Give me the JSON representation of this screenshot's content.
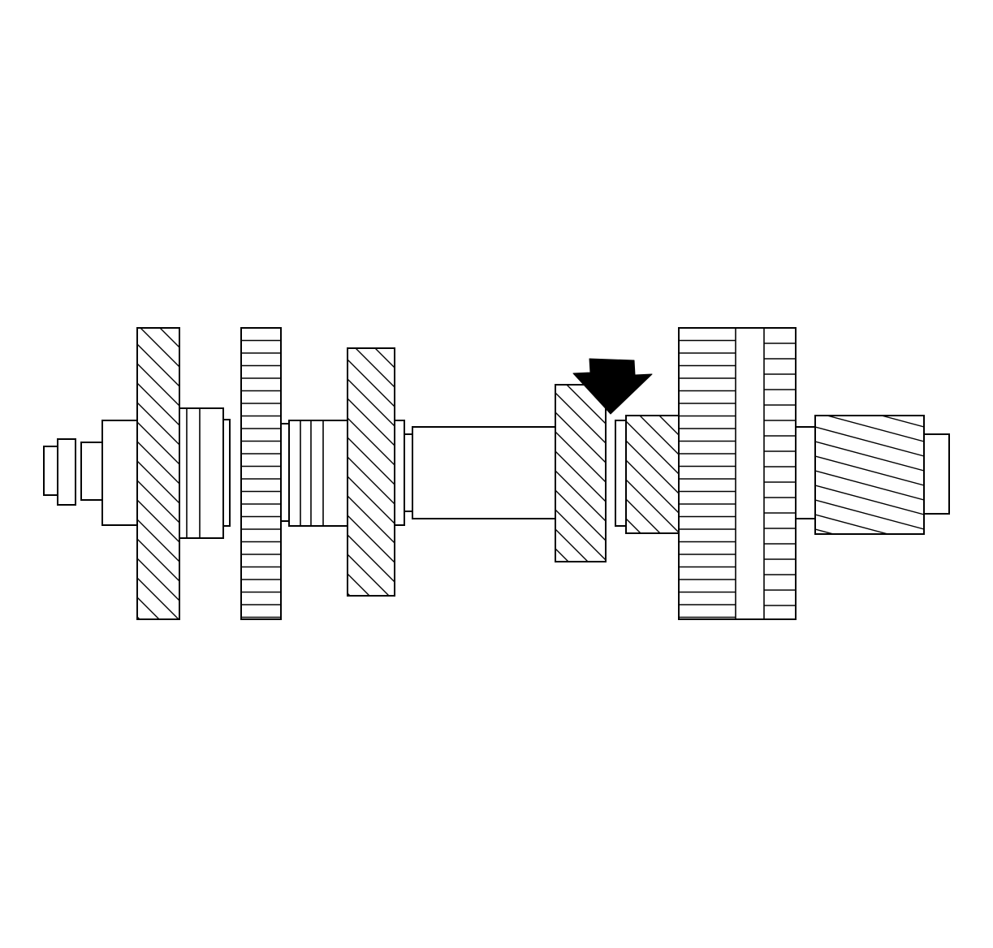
{
  "diagram": {
    "kind": "exploded-shaft-assembly",
    "colors": {
      "line": "#000000",
      "background": "#ffffff",
      "arrow_fill": "#000000"
    },
    "parts": [
      {
        "id": "end-nut",
        "hatch": "none"
      },
      {
        "id": "end-washer",
        "hatch": "none"
      },
      {
        "id": "end-collar",
        "hatch": "none"
      },
      {
        "id": "gear-1",
        "hatch": "diagonal"
      },
      {
        "id": "bearing-1",
        "hatch": "none"
      },
      {
        "id": "gear-2",
        "hatch": "horizontal-teeth"
      },
      {
        "id": "sleeve-1",
        "hatch": "vertical"
      },
      {
        "id": "gear-3",
        "hatch": "diagonal"
      },
      {
        "id": "spacer-1",
        "hatch": "none"
      },
      {
        "id": "shaft-center",
        "hatch": "none"
      },
      {
        "id": "gear-4",
        "hatch": "diagonal",
        "highlighted": true
      },
      {
        "id": "spacer-2",
        "hatch": "none"
      },
      {
        "id": "gear-5",
        "hatch": "diagonal"
      },
      {
        "id": "synchro-assembly",
        "hatch": "horizontal-teeth"
      },
      {
        "id": "spacer-3",
        "hatch": "none"
      },
      {
        "id": "gear-6",
        "hatch": "helical"
      },
      {
        "id": "shaft-end",
        "hatch": "none"
      }
    ],
    "callout": {
      "icon": "down-arrow-icon",
      "points_to": "gear-4"
    }
  }
}
